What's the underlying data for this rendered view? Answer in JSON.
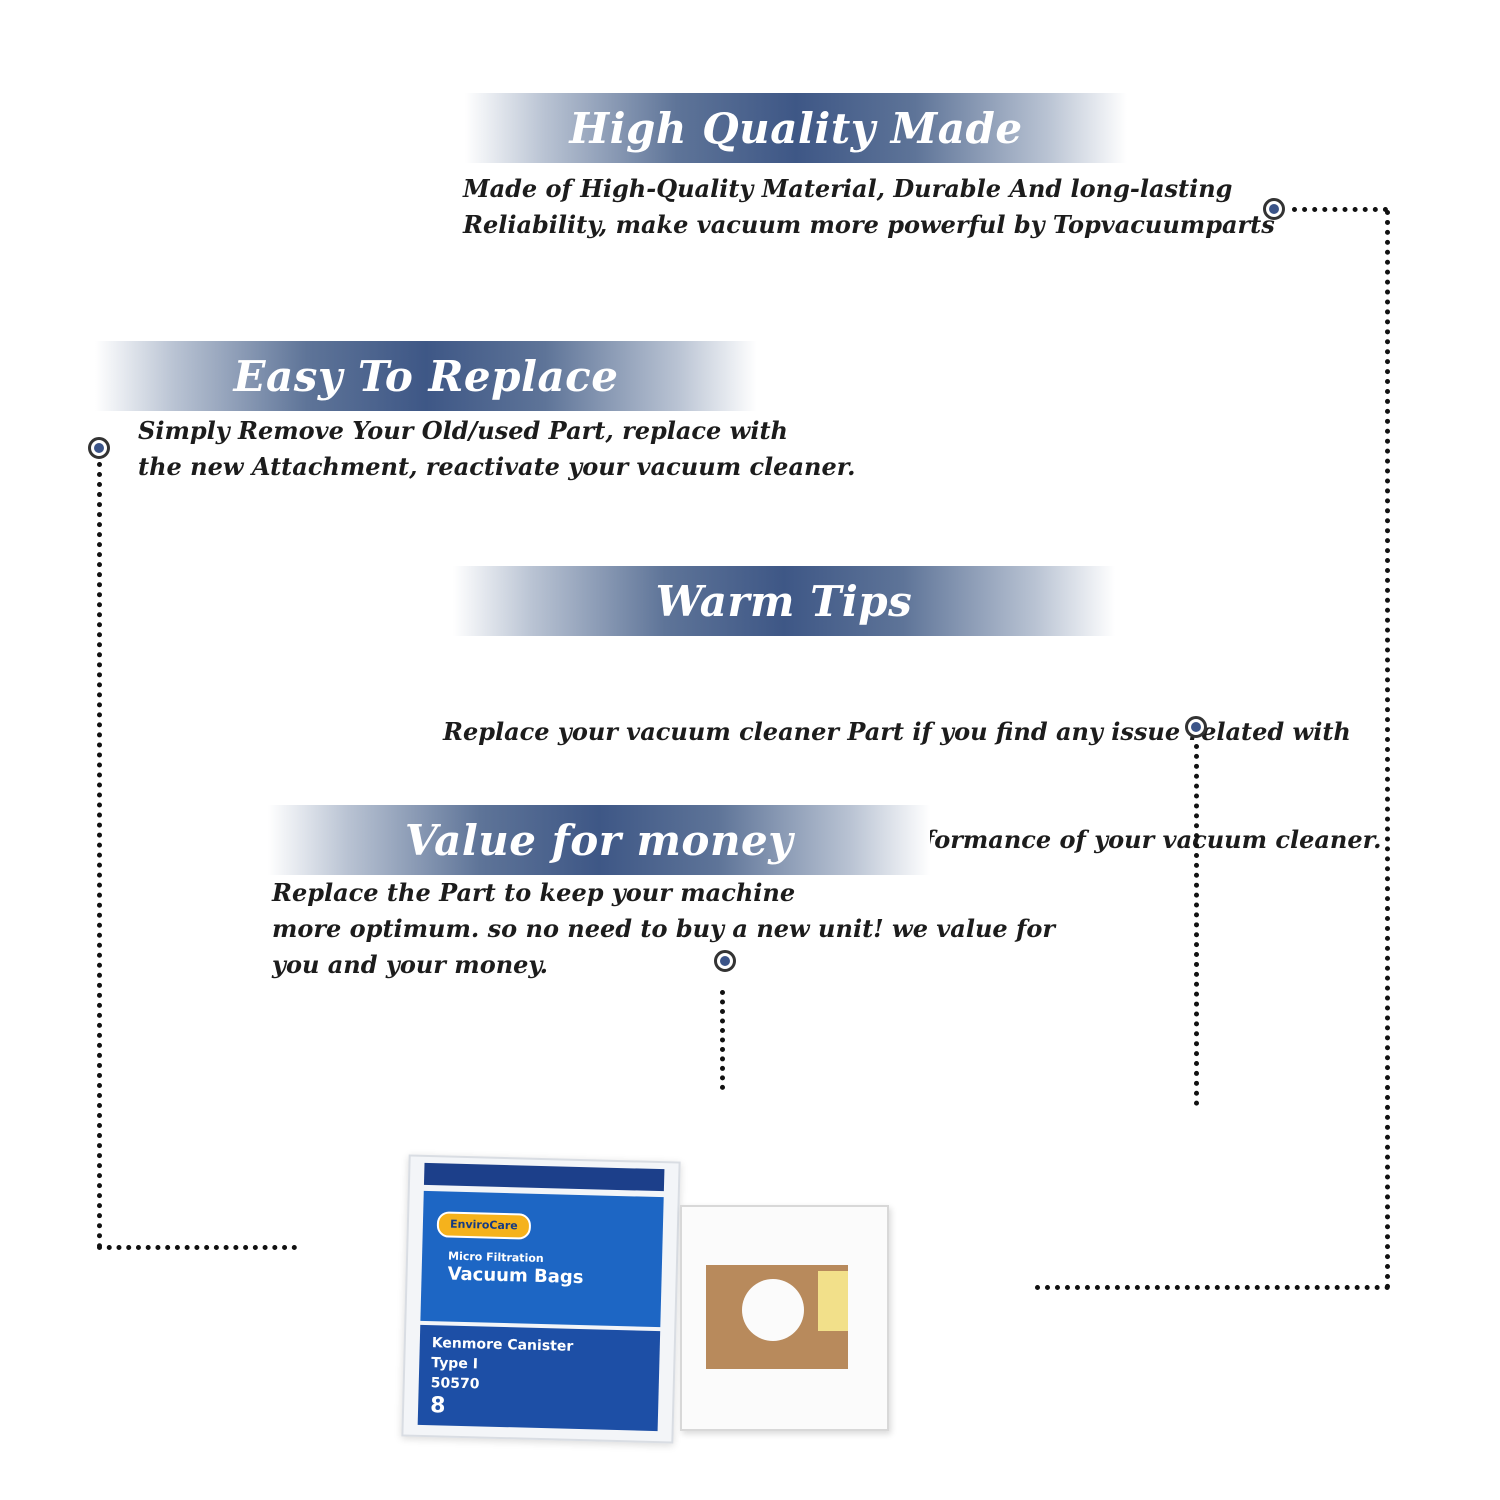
{
  "sections": [
    {
      "title": "High Quality Made",
      "lines": [
        "Made of  High-Quality Material, Durable And long-lasting",
        "Reliability, make vacuum more powerful by Topvacuumparts"
      ]
    },
    {
      "title": "Easy To Replace",
      "lines": [
        "Simply Remove Your Old/used Part, replace with",
        "the new Attachment, reactivate your vacuum cleaner."
      ]
    },
    {
      "title": "Warm Tips",
      "lines": [
        "Replace your vacuum cleaner Part if you find any issue related with",
        " attachment to ensure optimum performance of your vacuum cleaner."
      ]
    },
    {
      "title": "Value for money",
      "lines": [
        "Replace the Part to keep your machine",
        "more optimum. so no need to buy a new unit! we value for",
        "you and your money."
      ]
    }
  ],
  "product": {
    "brand": "EnviroCare",
    "subtitle": "Micro Filtration",
    "name": "Vacuum Bags",
    "model": "Kenmore Canister",
    "type": "Type I",
    "number": "50570",
    "count": "8"
  },
  "colors": {
    "banner": "#3e5786",
    "bullet": "#3b5488"
  }
}
